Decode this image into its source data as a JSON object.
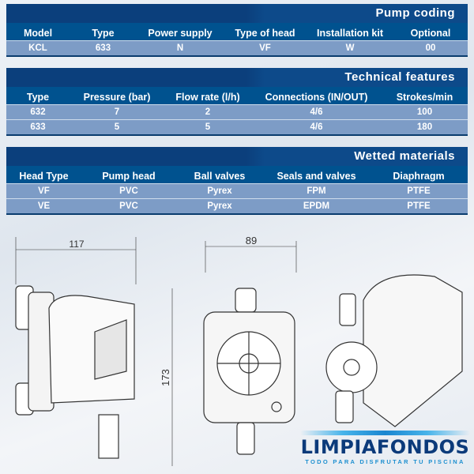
{
  "panels": [
    {
      "title": "Pump coding",
      "headers": [
        "Model",
        "Type",
        "Power supply",
        "Type of head",
        "Installation kit",
        "Optional"
      ],
      "widths": [
        80,
        85,
        110,
        105,
        110,
        94
      ],
      "rows": [
        [
          "KCL",
          "633",
          "N",
          "VF",
          "W",
          "00"
        ]
      ]
    },
    {
      "title": "Technical features",
      "headers": [
        "Type",
        "Pressure (bar)",
        "Flow rate (l/h)",
        "Connections (IN/OUT)",
        "Strokes/min"
      ],
      "widths": [
        80,
        120,
        110,
        165,
        109
      ],
      "rows": [
        [
          "632",
          "7",
          "2",
          "4/6",
          "100"
        ],
        [
          "633",
          "5",
          "5",
          "4/6",
          "180"
        ]
      ]
    },
    {
      "title": "Wetted materials",
      "headers": [
        "Head Type",
        "Pump head",
        "Ball valves",
        "Seals and valves",
        "Diaphragm"
      ],
      "widths": [
        95,
        120,
        110,
        135,
        124
      ],
      "rows": [
        [
          "VF",
          "PVC",
          "Pyrex",
          "FPM",
          "PTFE"
        ],
        [
          "VE",
          "PVC",
          "Pyrex",
          "EPDM",
          "PTFE"
        ]
      ]
    }
  ],
  "dimensions": {
    "side_width": "117",
    "front_width": "89",
    "height": "173"
  },
  "logo": {
    "name": "LIMPIAFONDOS",
    "tagline": "TODO PARA DISFRUTAR TU PISCINA"
  }
}
